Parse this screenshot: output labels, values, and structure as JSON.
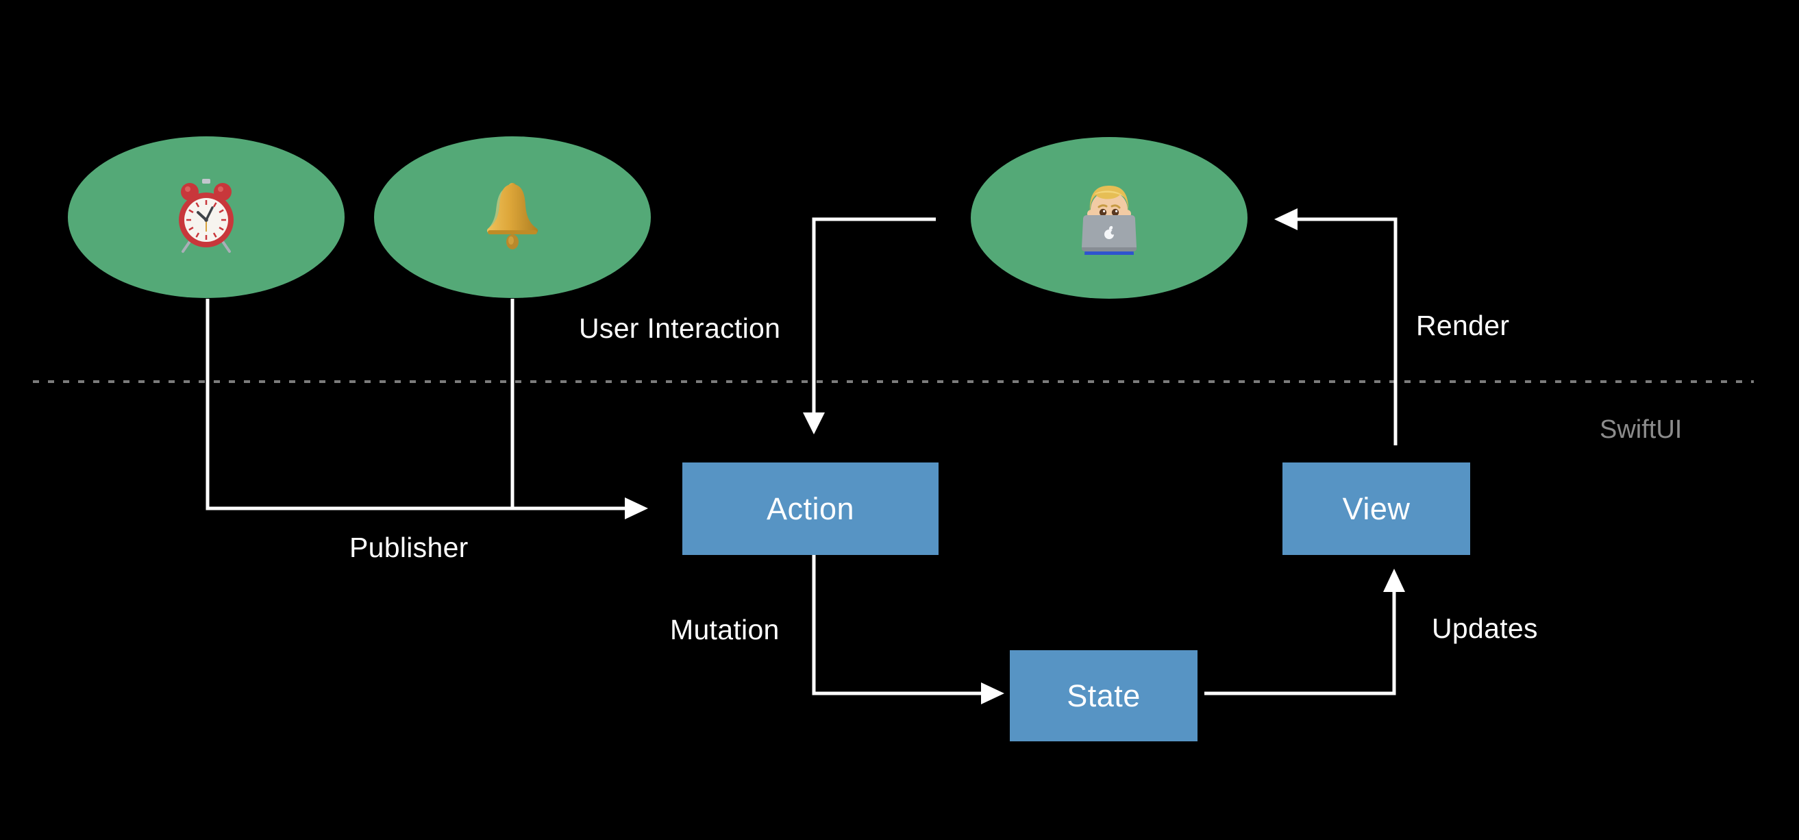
{
  "colors": {
    "background": "#000000",
    "bubble": "#54A977",
    "node": "#5794C4",
    "text": "#FFFFFF",
    "arrow": "#FFFFFF",
    "muted": "#8C8C8C",
    "divider": "#7C7C7C"
  },
  "bubbles": [
    {
      "id": "timer",
      "icon": "alarm-clock-icon",
      "unicode": "⏰"
    },
    {
      "id": "notification",
      "icon": "bell-icon",
      "unicode": "🔔"
    },
    {
      "id": "user",
      "icon": "technologist-icon",
      "unicode": "👨🏼‍💻"
    }
  ],
  "nodes": {
    "action": {
      "label": "Action"
    },
    "state": {
      "label": "State"
    },
    "view": {
      "label": "View"
    }
  },
  "edges": {
    "user_interaction": {
      "label": "User Interaction"
    },
    "render": {
      "label": "Render"
    },
    "publisher": {
      "label": "Publisher"
    },
    "mutation": {
      "label": "Mutation"
    },
    "updates": {
      "label": "Updates"
    }
  },
  "framework": {
    "label": "SwiftUI"
  }
}
